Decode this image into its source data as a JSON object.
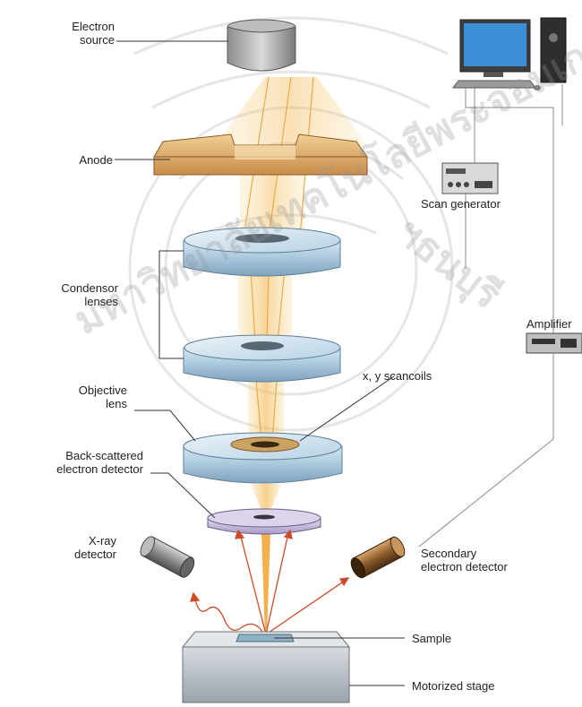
{
  "labels": {
    "electron_source": [
      "Electron",
      "source"
    ],
    "anode": "Anode",
    "scan_generator": "Scan generator",
    "condensor_lenses": [
      "Condensor",
      "lenses"
    ],
    "amplifier": "Amplifier",
    "scancoils": "x, y scancoils",
    "objective_lens": [
      "Objective",
      "lens"
    ],
    "backscattered_detector": [
      "Back-scattered",
      "electron detector"
    ],
    "xray_detector": [
      "X-ray",
      "detector"
    ],
    "secondary_detector": [
      "Secondary",
      "electron detector"
    ],
    "sample": "Sample",
    "motorized_stage": "Motorized stage"
  },
  "watermark": {
    "text_left": "มหาวิทยาลัยเทคโนโลยีพระจอมเกล้า",
    "text_right": "ฯธนบุรี"
  },
  "colors": {
    "lens": "#a9c7dc",
    "anode": "#d9a866",
    "beam": "#f2c36b",
    "detector": "#c9bddc",
    "stage": "#bcc3c9",
    "wire": "#8a8a8a"
  },
  "icons": [
    "computer-icon",
    "scan-generator-icon",
    "amplifier-icon"
  ]
}
